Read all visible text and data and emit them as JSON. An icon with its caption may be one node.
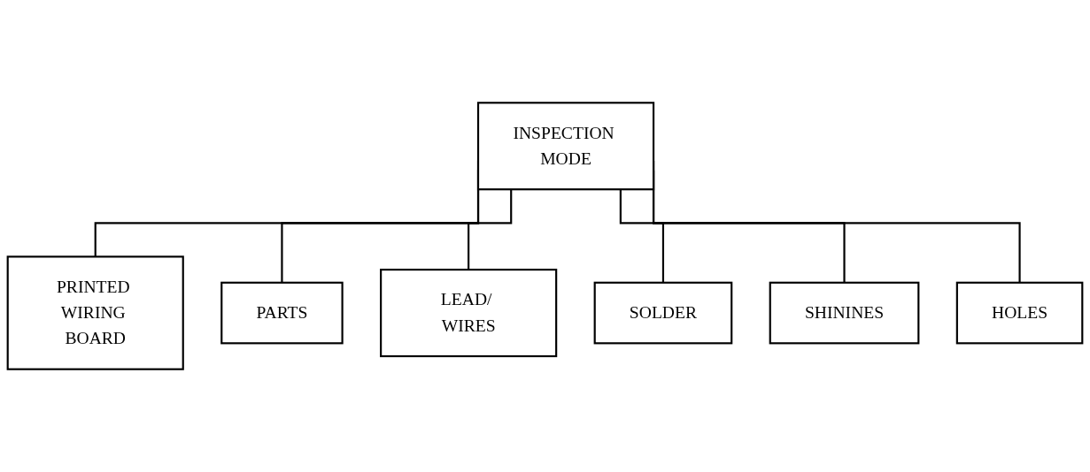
{
  "diagram": {
    "nodes": [
      {
        "text": [
          "INSPECTION MODE"
        ]
      },
      {
        "text": [
          "PRINTED WIRING BOARD"
        ]
      },
      {
        "text": [
          "PARTS"
        ]
      },
      {
        "text": [
          "LEAD/ WIRES"
        ]
      },
      {
        "text": [
          "SOLDER"
        ]
      },
      {
        "text": [
          "SHININES"
        ]
      },
      {
        "text": [
          "HOLES"
        ]
      }
    ],
    "edges": [
      {
        "from": 0,
        "to": 1,
        "arrow": "none"
      },
      {
        "from": 0,
        "to": 2,
        "arrow": "none"
      },
      {
        "from": 0,
        "to": 3,
        "arrow": "none"
      },
      {
        "from": 0,
        "to": 4,
        "arrow": "none"
      },
      {
        "from": 0,
        "to": 5,
        "arrow": "none"
      },
      {
        "from": 0,
        "to": 6,
        "arrow": "none"
      }
    ]
  }
}
